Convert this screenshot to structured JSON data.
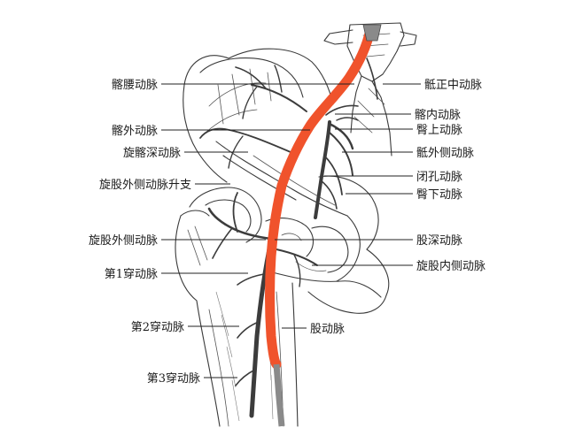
{
  "labels_left": [
    {
      "id": "iliolumbar",
      "text": "髂腰动脉"
    },
    {
      "id": "external-iliac",
      "text": "髂外动脉"
    },
    {
      "id": "deep-circumflex-iliac",
      "text": "旋髂深动脉"
    },
    {
      "id": "lateral-circumflex-femoral-ascending",
      "text": "旋股外侧动脉升支"
    },
    {
      "id": "lateral-circumflex-femoral",
      "text": "旋股外侧动脉"
    },
    {
      "id": "perforating-1",
      "text": "第1穿动脉"
    },
    {
      "id": "perforating-2",
      "text": "第2穿动脉"
    },
    {
      "id": "perforating-3",
      "text": "第3穿动脉"
    }
  ],
  "labels_right": [
    {
      "id": "median-sacral",
      "text": "骶正中动脉"
    },
    {
      "id": "internal-iliac",
      "text": "髂内动脉"
    },
    {
      "id": "superior-gluteal",
      "text": "臀上动脉"
    },
    {
      "id": "lateral-sacral",
      "text": "骶外侧动脉"
    },
    {
      "id": "obturator",
      "text": "闭孔动脉"
    },
    {
      "id": "inferior-gluteal",
      "text": "臀下动脉"
    },
    {
      "id": "deep-femoral",
      "text": "股深动脉"
    },
    {
      "id": "medial-circumflex-femoral",
      "text": "旋股内侧动脉"
    },
    {
      "id": "femoral",
      "text": "股动脉"
    }
  ],
  "colors": {
    "highlighted_artery": "#f0532c",
    "line_art": "#3a3a3a",
    "background": "#ffffff"
  }
}
